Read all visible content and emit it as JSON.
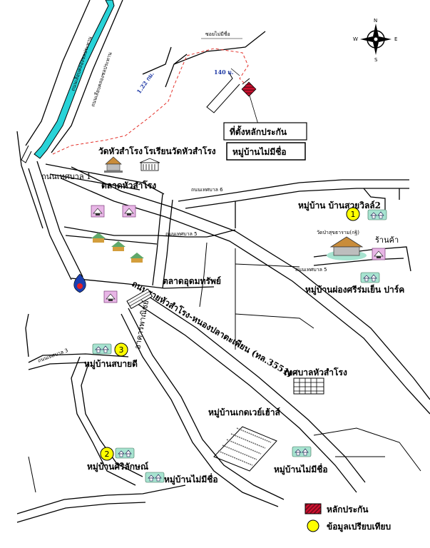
{
  "compass": {
    "n": "N",
    "e": "E",
    "s": "S",
    "w": "W"
  },
  "roads": {
    "soi": "ซอยไม่มีชื่อ",
    "canal_road_1": "ถนนเลียบคลองชลประทาน",
    "canal_road_2": "ถนนเลียบคลองชลประทาน",
    "muni_1": "ถนนเทศบาล 1",
    "muni_3": "ถนนเทศบาล 3",
    "muni_5a": "ถนนเทศบาล 5",
    "muni_5b": "ถนนเทศบาล 5",
    "muni_6": "ถนนเทศบาล 6",
    "highway": "ถนนสายหัวสำโรง-หนองปลาตะเพียน (ทล.3551)"
  },
  "distances": {
    "d1": "1.22 กม.",
    "d2": "140 ม."
  },
  "places": {
    "site": "ที่ตั้งหลักประกัน",
    "village_unnamed_top": "หมู่บ้านไม่มีชื่อ",
    "wat": "วัดหัวสำโรง",
    "school": "โรเรียนวัดหัวสำโรง",
    "market": "ตลาดหัวสำโรง",
    "sawai_villa": "หมู่บ้าน บ้านสวยวิลล์2",
    "wat_pa": "วัดป่าสุขธาราม(กฐิ)",
    "shop": "ร้านค้า",
    "phong_sri": "หมู่บ้านผ่องศรีร่มเย็น ปาร์ค",
    "talat_udom": "ตลาดอุดมทรัพย์",
    "commercial": "อาคารพาณิชย์",
    "sabai_di": "หมู่บ้านสบายดี",
    "municipality": "เทศบาลหัวสำโรง",
    "kate_way": "หมู่บ้านเกดเวย์เฮ้าส์",
    "siri_lak": "หมู่บ้านศิริลักษณ์",
    "unnamed_bottom_left": "หมู่บ้านไม่มีชื่อ",
    "unnamed_bottom_right": "หมู่บ้านไม่มีชื่อ"
  },
  "markers": {
    "m1": "1",
    "m2": "2",
    "m3": "3"
  },
  "legend": {
    "collateral": "หลักประกัน",
    "comparison": "ข้อมูลเปรียบเทียบ"
  },
  "colors": {
    "canal": "#29d3d8",
    "route": "#e4322b",
    "collateral": "#c8102e",
    "marker": "#ffff00",
    "temple_roof": "#cc99cc",
    "village_house": "#a7e3d0"
  }
}
